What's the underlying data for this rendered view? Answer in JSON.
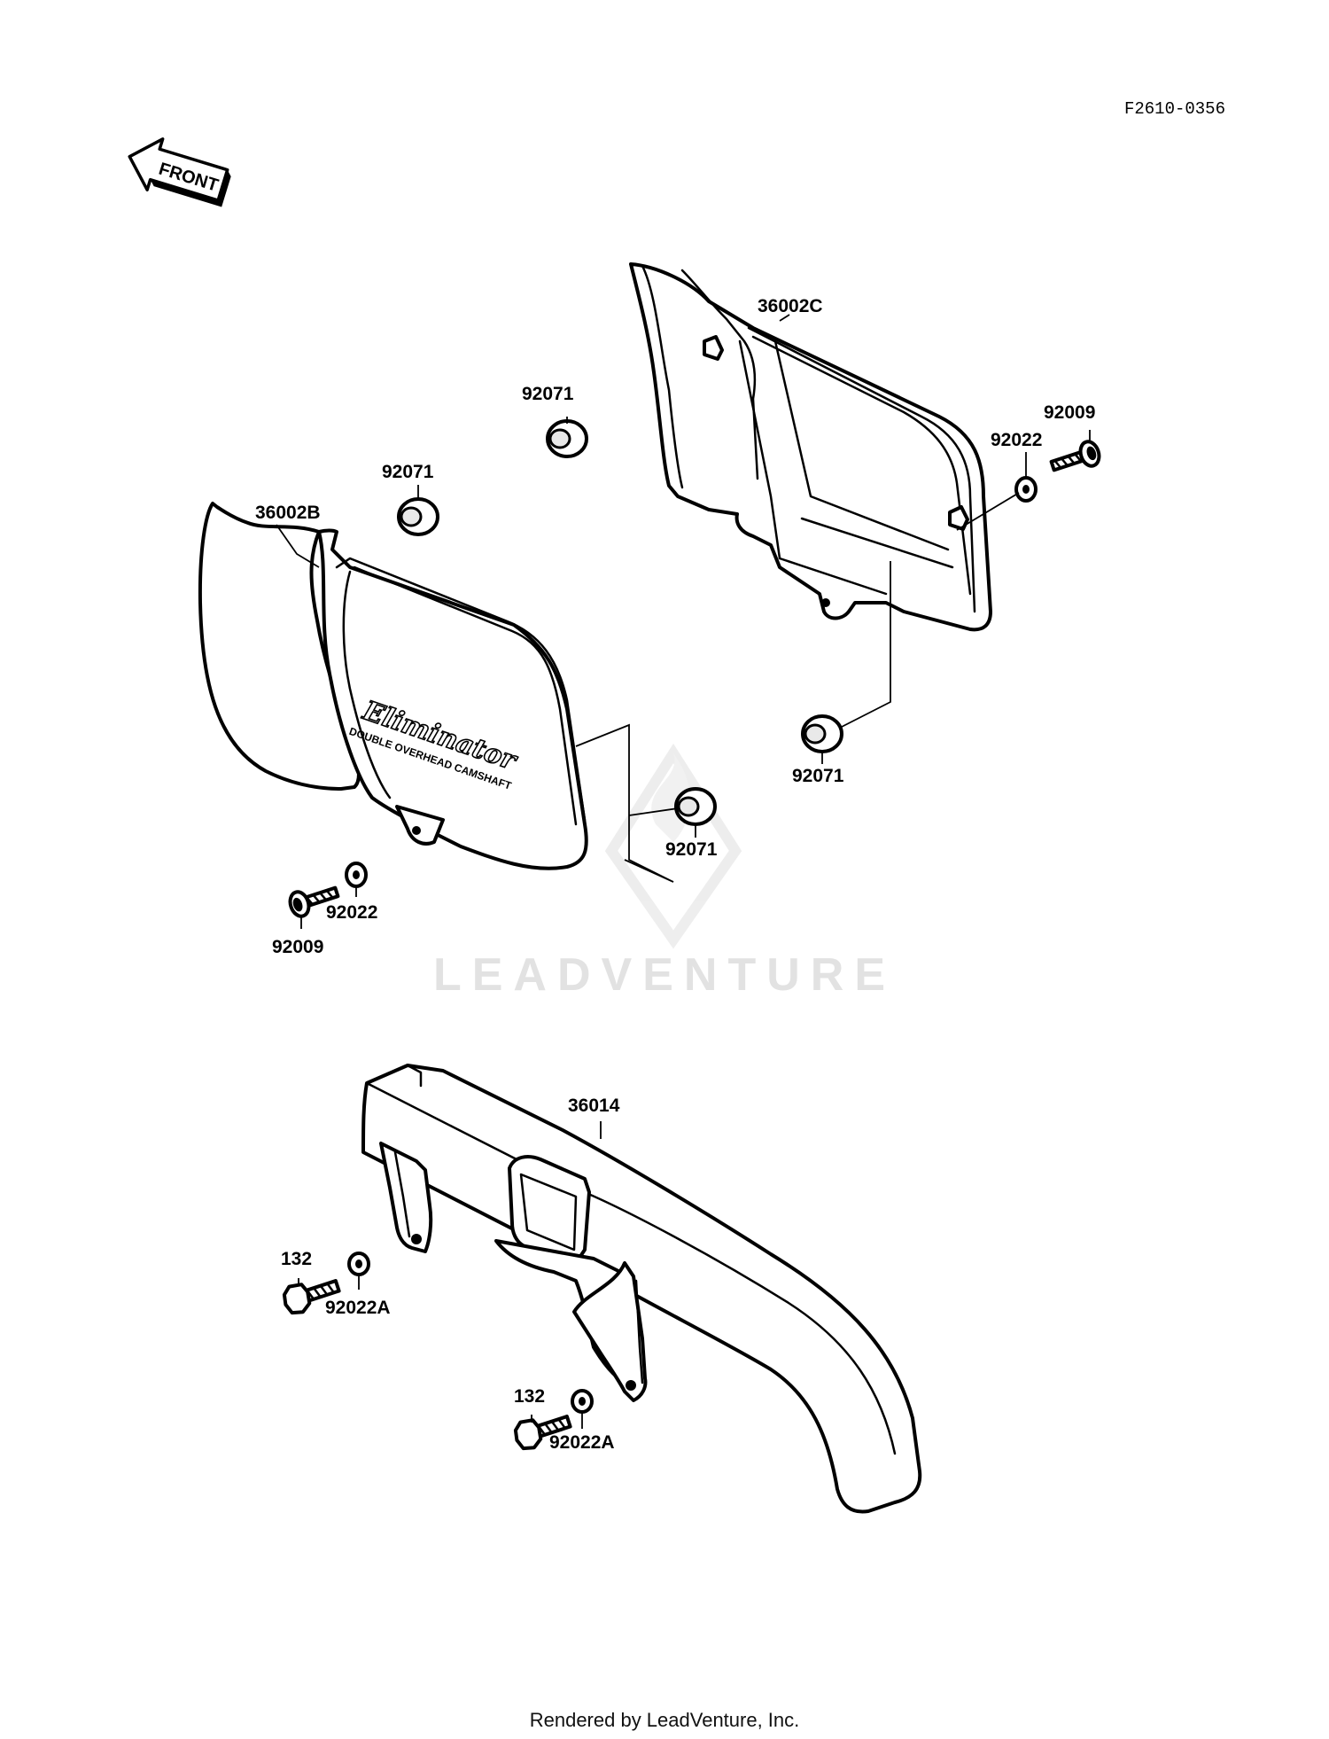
{
  "diagram": {
    "figure_code": "F2610-0356",
    "front_arrow_label": "FRONT",
    "logo_text": "Eliminator",
    "logo_subtext": "DOUBLE OVERHEAD CAMSHAFT",
    "watermark": "LEADVENTURE",
    "footer": "Rendered by LeadVenture, Inc.",
    "callouts": [
      "36002C",
      "92071",
      "92071",
      "36002B",
      "92009",
      "92022",
      "92071",
      "92071",
      "92022",
      "92009",
      "36014",
      "132",
      "92022A",
      "132",
      "92022A"
    ]
  }
}
